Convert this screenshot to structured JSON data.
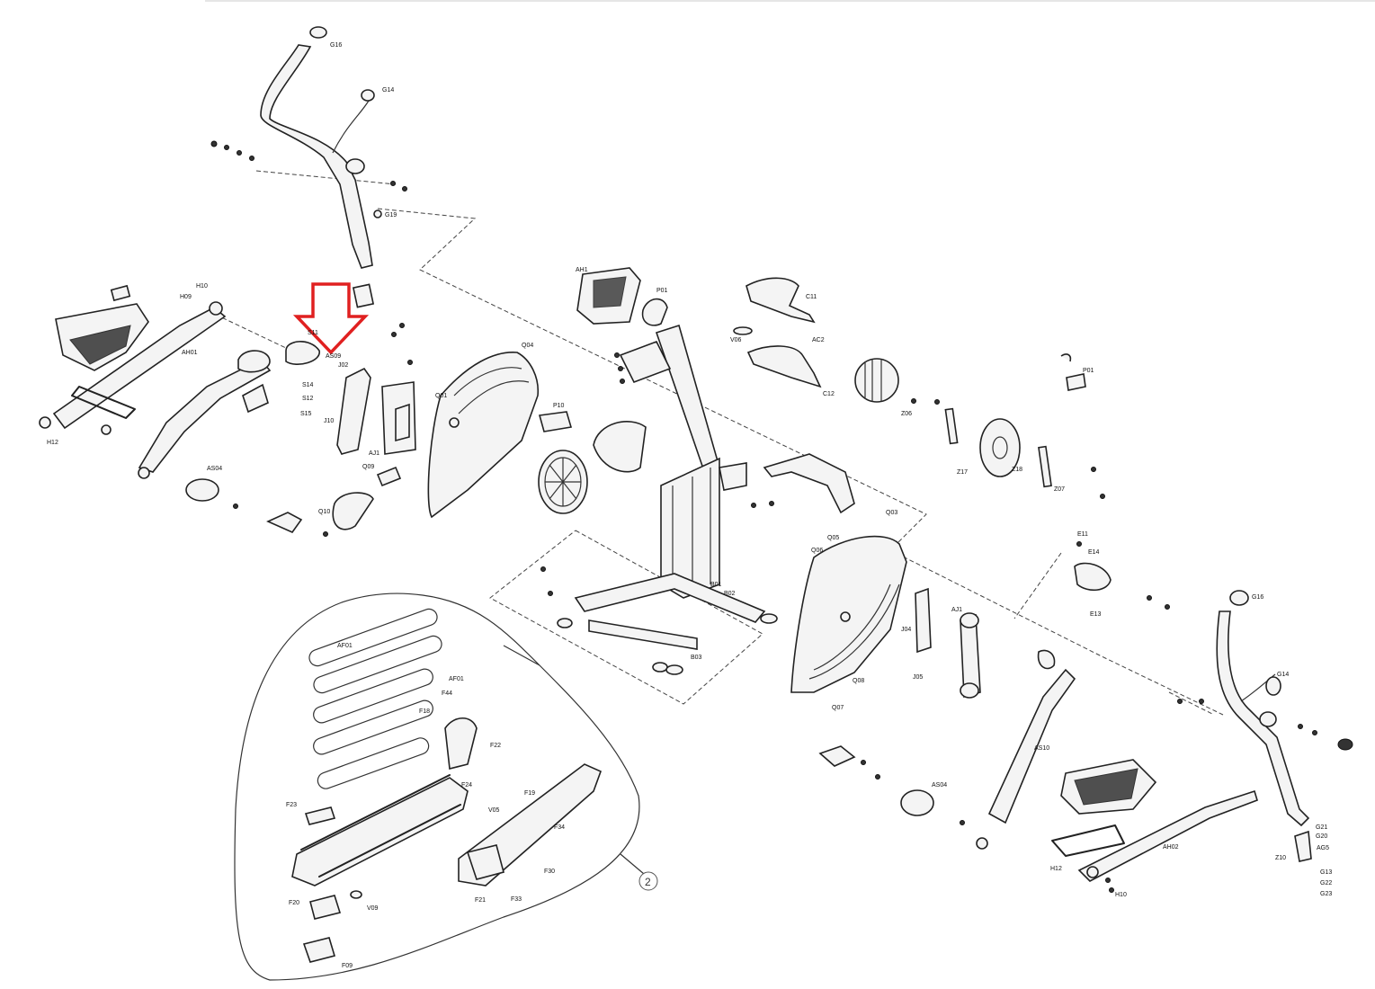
{
  "diagram": {
    "callout_number": "2",
    "highlight_color": "#e02020",
    "labels": {
      "g16_top": "G16",
      "g14_top": "G14",
      "g19": "G19",
      "as09": "AS09",
      "ah01": "AH01",
      "h12": "H12",
      "h10": "H10",
      "h09": "H09",
      "s11": "S11",
      "s12": "S12",
      "s14": "S14",
      "s15": "S15",
      "j02": "J02",
      "j10": "J10",
      "aj1_left": "AJ1",
      "q01": "Q01",
      "q04": "Q04",
      "p10": "P10",
      "q09": "Q09",
      "q10": "Q10",
      "as04_left": "AS04",
      "ah1": "AH1",
      "p01": "P01",
      "c11": "C11",
      "c12": "C12",
      "ac2": "AC2",
      "v06": "V06",
      "z17": "Z17",
      "z18": "Z18",
      "z06": "Z06",
      "z07": "Z07",
      "p01_right": "P01",
      "q03": "Q03",
      "q05": "Q05",
      "q06": "Q06",
      "q07": "Q07",
      "q08": "Q08",
      "b01": "B01",
      "b03": "B03",
      "b02": "B02",
      "j04": "J04",
      "j05": "J05",
      "aj1_right": "AJ1",
      "ah02": "AH02",
      "g16_right": "G16",
      "g14_right": "G14",
      "as04_right": "AS04",
      "as10": "AS10",
      "h12_right": "H12",
      "h10_right": "H10",
      "g21": "G21",
      "g20": "G20",
      "ag5": "AG5",
      "g23": "G23",
      "g22": "G22",
      "g13": "G13",
      "z10": "Z10",
      "af01": "AF01",
      "af01b": "AF01",
      "f44": "F44",
      "f18": "F18",
      "f24": "F24",
      "f19": "F19",
      "f34": "F34",
      "f30": "F30",
      "f33": "F33",
      "f21": "F21",
      "f09": "F09",
      "f20": "F20",
      "f22": "F22",
      "f23": "F23",
      "e11": "E11",
      "e14": "E14",
      "e13": "E13",
      "v05": "V05",
      "v09": "V09"
    }
  }
}
